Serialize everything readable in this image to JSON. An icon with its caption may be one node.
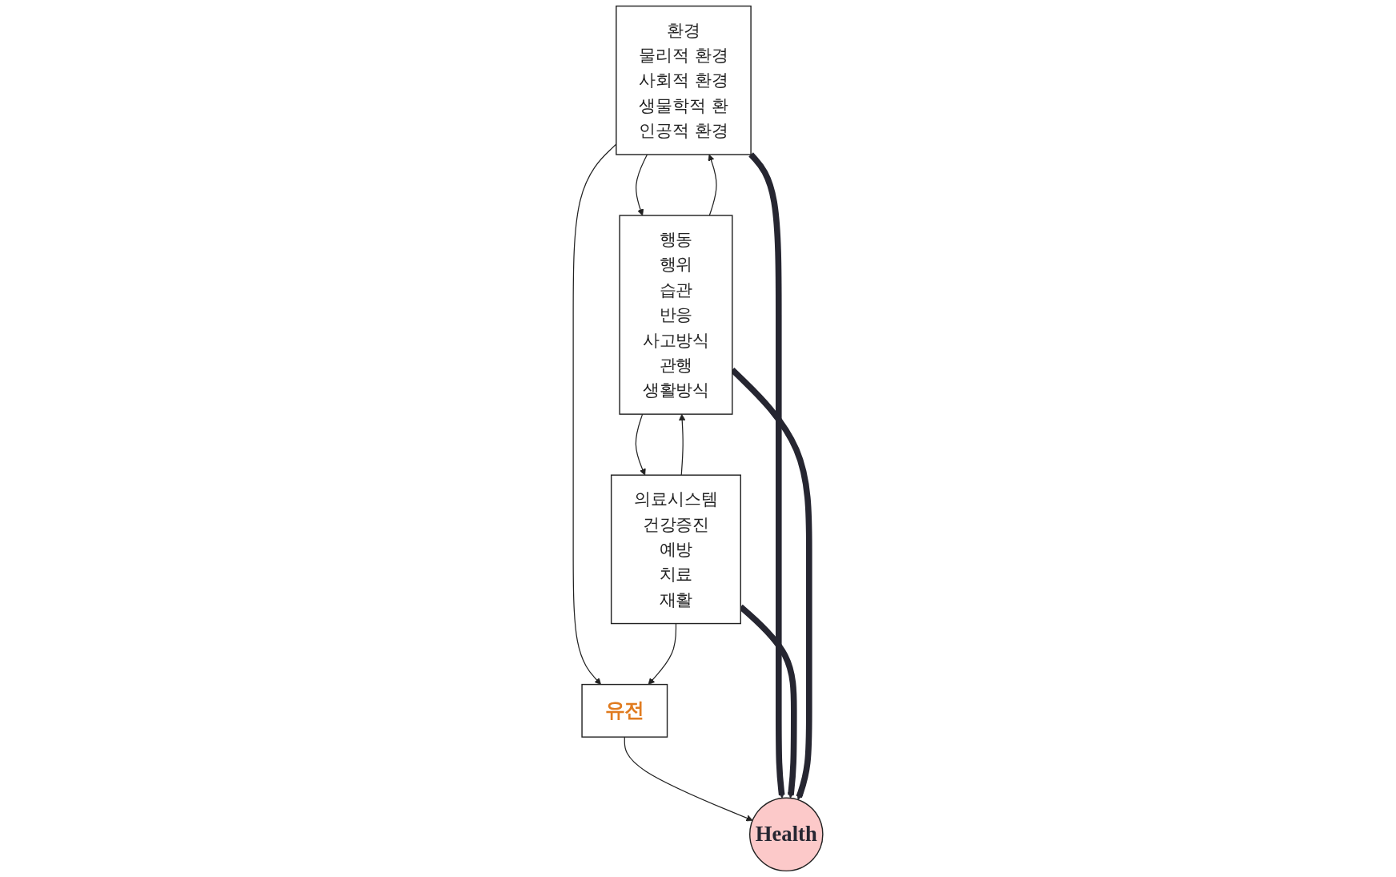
{
  "diagram": {
    "nodes": [
      {
        "text": [
          "유전"
        ]
      },
      {
        "text": [
          "환경",
          "물리적 환경",
          "사회적 환경",
          "생물학적 환",
          "인공적 환경"
        ]
      },
      {
        "text": [
          "Health"
        ]
      },
      {
        "text": [
          "의료시스템",
          "건강증진",
          "예방",
          "치료",
          "재활"
        ]
      },
      {
        "text": [
          "행동",
          "행위",
          "습관",
          "반응",
          "사고방식",
          "관행",
          "생활방식"
        ]
      }
    ],
    "edges": [
      {
        "from": 1,
        "to": 0,
        "arrow": "to"
      },
      {
        "from": 3,
        "to": 0,
        "arrow": "to"
      },
      {
        "from": 0,
        "to": 2,
        "arrow": "to"
      },
      {
        "from": 1,
        "to": 2,
        "arrow": "to",
        "style": "thick"
      },
      {
        "from": 3,
        "to": 2,
        "arrow": "to",
        "style": "thick"
      },
      {
        "from": 4,
        "to": 2,
        "arrow": "to",
        "style": "thick"
      },
      {
        "from": 4,
        "to": 1,
        "arrow": "to"
      },
      {
        "from": 1,
        "to": 4,
        "arrow": "to"
      },
      {
        "from": 3,
        "to": 4,
        "arrow": "to"
      },
      {
        "from": 4,
        "to": 3,
        "arrow": "to"
      }
    ]
  }
}
